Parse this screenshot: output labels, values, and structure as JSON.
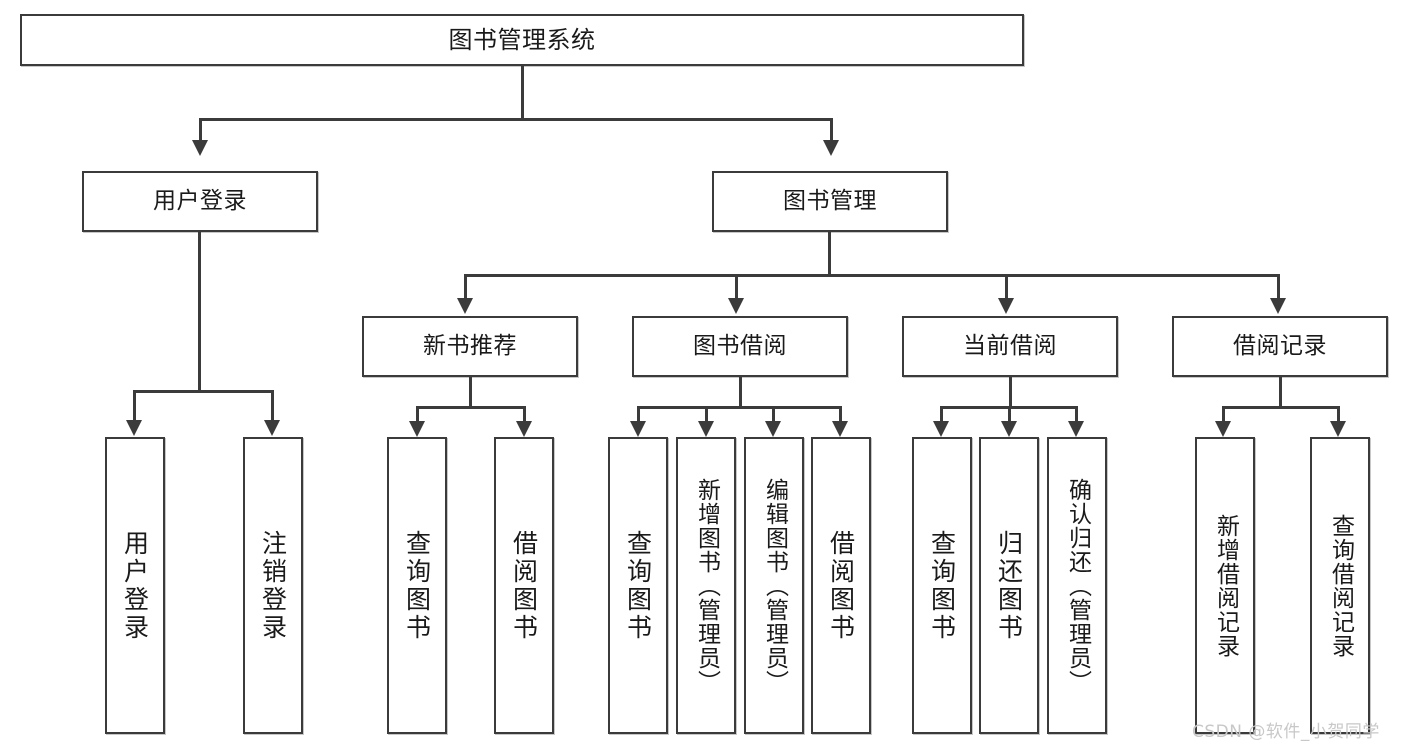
{
  "diagram": {
    "title": "图书管理系统",
    "type": "tree-hierarchy",
    "watermark": "CSDN @软件_小贺同学",
    "accent_color": "#3b3b3b",
    "background_color": "#ffffff",
    "root": {
      "label": "图书管理系统"
    },
    "level1": [
      {
        "label": "用户登录"
      },
      {
        "label": "图书管理"
      }
    ],
    "level2": [
      {
        "label": "新书推荐"
      },
      {
        "label": "图书借阅"
      },
      {
        "label": "当前借阅"
      },
      {
        "label": "借阅记录"
      }
    ],
    "leaves": {
      "user_login": [
        {
          "label": "用户登录"
        },
        {
          "label": "注销登录"
        }
      ],
      "new_book_recommend": [
        {
          "label": "查询图书"
        },
        {
          "label": "借阅图书"
        }
      ],
      "book_borrow": [
        {
          "label": "查询图书"
        },
        {
          "label": "新增图书（管理员）"
        },
        {
          "label": "编辑图书（管理员）"
        },
        {
          "label": "借阅图书"
        }
      ],
      "current_borrow": [
        {
          "label": "查询图书"
        },
        {
          "label": "归还图书"
        },
        {
          "label": "确认归还（管理员）"
        }
      ],
      "borrow_record": [
        {
          "label": "新增借阅记录"
        },
        {
          "label": "查询借阅记录"
        }
      ]
    }
  }
}
